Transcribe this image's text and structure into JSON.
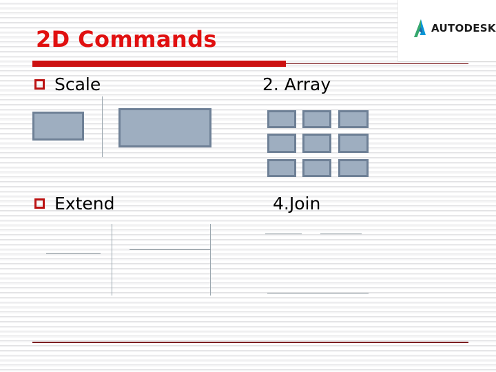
{
  "slide": {
    "title": "2D Commands",
    "title_color": "#e01010",
    "accent_bar_color": "#cc1111",
    "rule_color": "#7d1f22",
    "background": "#ffffff",
    "shape_fill": "#9eaec0",
    "shape_stroke": "#6e8096",
    "line_color": "#8b969e"
  },
  "brand": {
    "logo_name": "autodesk-logo",
    "wordmark": "AUTODESK",
    "mark_colors": [
      "#0696d7",
      "#37a86b",
      "#1b6ca8"
    ]
  },
  "items": [
    {
      "id": "scale",
      "bullet": "square-bullet-icon",
      "label": "Scale",
      "shapes": "two-rectangles-small-and-large"
    },
    {
      "id": "array",
      "label": "2. Array",
      "shapes": "three-by-three-rectangle-grid",
      "grid_rows": 3,
      "grid_cols": 3
    },
    {
      "id": "extend",
      "bullet": "square-bullet-icon",
      "label": "Extend",
      "shapes": "lines-with-boundary-edges"
    },
    {
      "id": "join",
      "label": "4.Join",
      "shapes": "two-segments-joined-into-one"
    }
  ]
}
